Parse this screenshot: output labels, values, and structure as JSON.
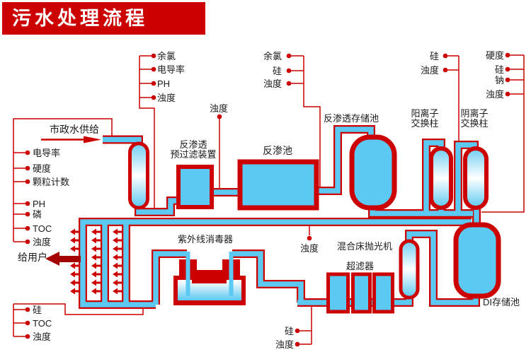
{
  "banner": {
    "title": "污水处理流程"
  },
  "flow": {
    "municipal_supply": "市政水供给",
    "to_users": "给用户"
  },
  "equipment": {
    "ro_prefilter": [
      "反渗透",
      "预过滤装置"
    ],
    "ro_pool": "反渗池",
    "ro_storage": "反渗透存储池",
    "cation_exchanger": [
      "阳离子",
      "交换柱"
    ],
    "anion_exchanger": [
      "阴离子",
      "交换柱"
    ],
    "uv_sterilizer": "紫外线消毒器",
    "mixed_bed_polisher": "混合床抛光机",
    "ultrafilter": "超滤器",
    "di_storage": "DI存储池"
  },
  "sensor_groups": {
    "municipal_inlet": [
      "电导率",
      "硬度",
      "颗粒计数",
      "PH",
      "磷",
      "TOC",
      "浊度"
    ],
    "pretreat_out": [
      "余氯",
      "电导率",
      "PH",
      "浊度"
    ],
    "prefilter_out": [
      "浊度"
    ],
    "ro_out": [
      "余氯",
      "硅",
      "浊度"
    ],
    "cation_out": [
      "硅",
      "浊度"
    ],
    "anion_out": [
      "硬度",
      "硅",
      "钠",
      "浊度"
    ],
    "return_line": [
      "浊度"
    ],
    "uv_out": [
      "硅",
      "浊度"
    ],
    "user_supply": [
      "硅",
      "TOC",
      "浊度"
    ]
  },
  "colors": {
    "red": "#cc0000",
    "dark_red": "#a40000",
    "cyan": "#5bc9f1",
    "label": "#1a1a1a",
    "background": "#ffffff"
  }
}
